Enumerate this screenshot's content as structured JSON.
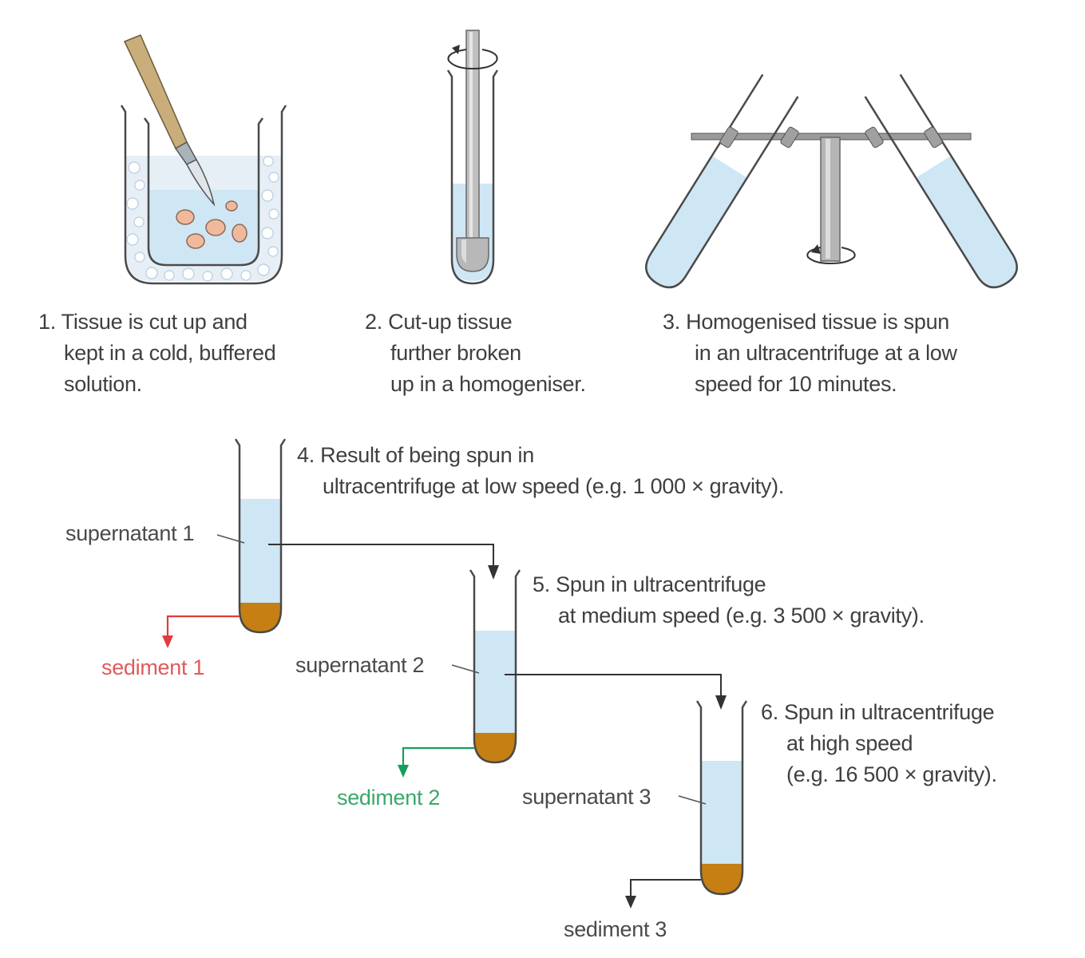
{
  "colors": {
    "liquid": "#cfe6f5",
    "glass": "#4a4a4a",
    "pellet": "#c57f12",
    "ice": "#e7eef5",
    "scalpel_handle": "#c9ae7c",
    "red_arrow": "#e23b3b",
    "green_arrow": "#14a05a",
    "dark_arrow": "#333333",
    "tissue": "#f0b89b"
  },
  "steps": [
    {
      "number": "1.",
      "lines": [
        "Tissue is cut up and",
        "kept in a cold, buffered",
        "solution."
      ]
    },
    {
      "number": "2.",
      "lines": [
        "Cut-up tissue",
        "further broken",
        "up in a homogeniser."
      ]
    },
    {
      "number": "3.",
      "lines": [
        "Homogenised tissue is spun",
        "in an ultracentrifuge at a low",
        "speed for 10 minutes."
      ]
    },
    {
      "number": "4.",
      "lines": [
        "Result of being spun in",
        "ultracentrifuge at low speed (e.g. 1 000 × gravity)."
      ]
    },
    {
      "number": "5.",
      "lines": [
        "Spun in ultracentrifuge",
        "at medium speed (e.g. 3 500 × gravity)."
      ]
    },
    {
      "number": "6.",
      "lines": [
        "Spun in ultracentrifuge",
        "at high speed",
        "(e.g. 16 500 × gravity)."
      ]
    }
  ],
  "labels": {
    "supernatant_1": "supernatant 1",
    "supernatant_2": "supernatant 2",
    "supernatant_3": "supernatant 3",
    "sediment_1": "sediment 1",
    "sediment_2": "sediment 2",
    "sediment_3": "sediment 3"
  }
}
